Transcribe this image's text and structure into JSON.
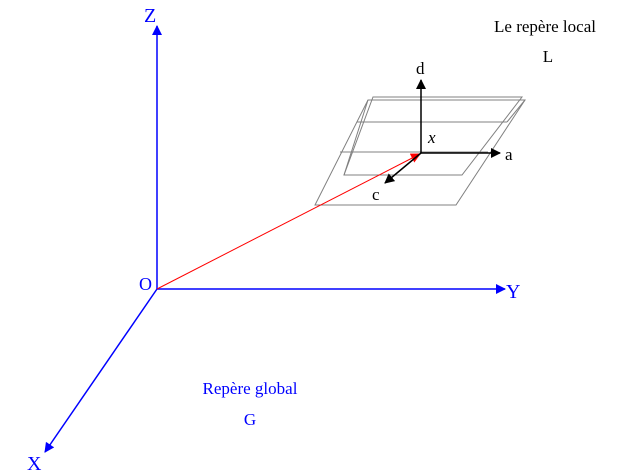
{
  "global_frame": {
    "axis_z_label": "Z",
    "axis_y_label": "Y",
    "axis_x_label": "X",
    "origin_label": "O",
    "caption_line1": "Repère global",
    "caption_line2": "G",
    "axis_color": "#0000FF"
  },
  "local_frame": {
    "caption_line1": "Le repère local",
    "caption_line2": "L",
    "axis_a_label": "a",
    "axis_c_label": "c",
    "axis_d_label": "d",
    "point_label": "x",
    "axis_color": "#000000"
  },
  "position_vector": {
    "color": "#FF0000"
  },
  "box_outline_color": "#808080"
}
